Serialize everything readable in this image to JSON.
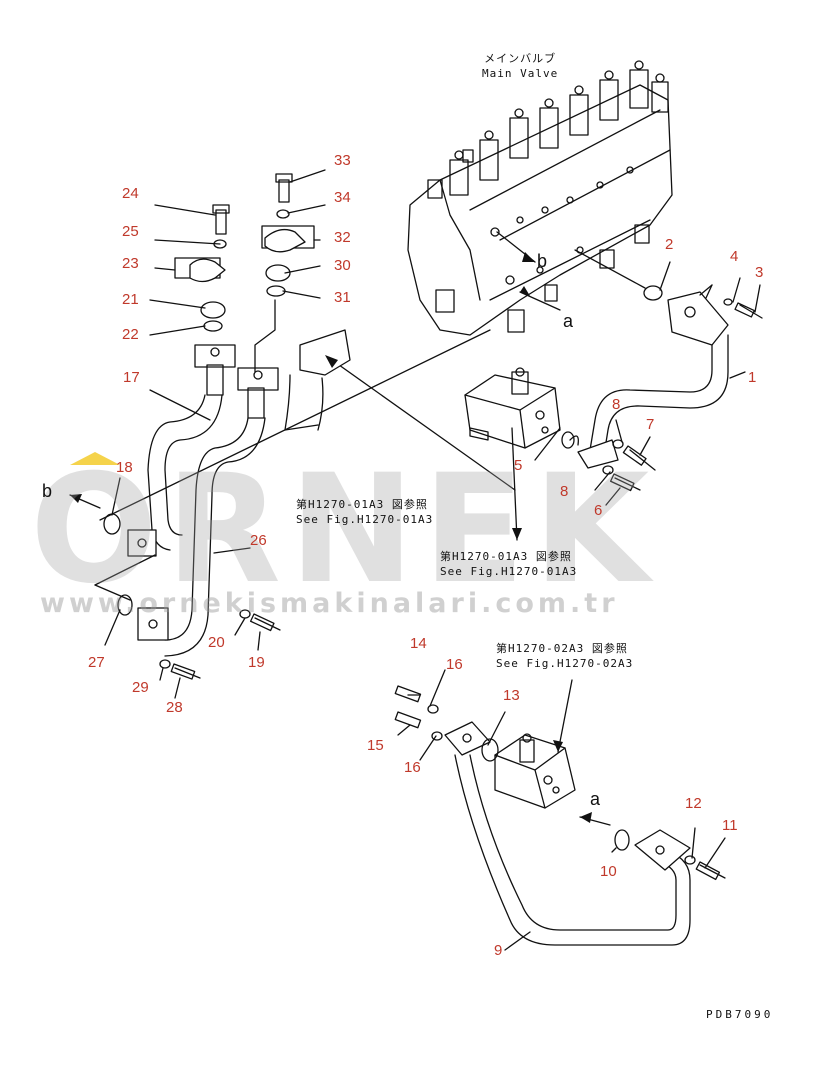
{
  "main_valve": {
    "label_jp": "メインバルブ",
    "label_en": "Main Valve"
  },
  "references": [
    {
      "jp": "第H1270-01A3 図参照",
      "en": "See Fig.H1270-01A3"
    },
    {
      "jp": "第H1270-01A3 図参照",
      "en": "See Fig.H1270-01A3"
    },
    {
      "jp": "第H1270-02A3 図参照",
      "en": "See Fig.H1270-02A3"
    }
  ],
  "connection_letters": [
    "a",
    "b",
    "a",
    "b"
  ],
  "callouts": [
    "1",
    "2",
    "3",
    "4",
    "5",
    "6",
    "7",
    "8",
    "8",
    "9",
    "10",
    "11",
    "12",
    "13",
    "14",
    "15",
    "16",
    "16",
    "17",
    "18",
    "19",
    "20",
    "21",
    "22",
    "23",
    "24",
    "25",
    "26",
    "27",
    "28",
    "29",
    "30",
    "31",
    "32",
    "33",
    "34"
  ],
  "drawing_code": "PDB7090",
  "watermark": {
    "big": "ORNEK",
    "url": "www.ornekismakinalari.com.tr",
    "accent_color": "#f1c40f"
  },
  "colors": {
    "callout": "#c0392b",
    "line": "#111111",
    "watermark": "#a0a0a0"
  }
}
